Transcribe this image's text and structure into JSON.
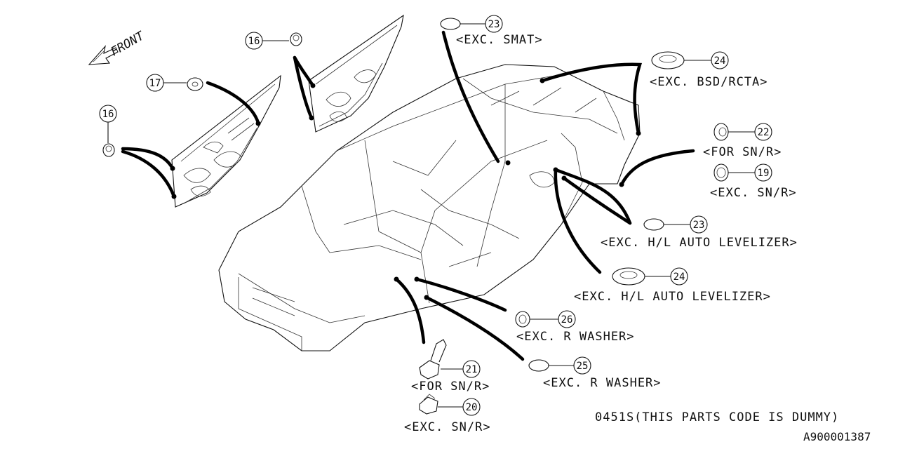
{
  "direction": {
    "label": "FRONT"
  },
  "callouts": [
    {
      "id": "c16a",
      "number": "16",
      "note": ""
    },
    {
      "id": "c17",
      "number": "17",
      "note": ""
    },
    {
      "id": "c16b",
      "number": "16",
      "note": ""
    },
    {
      "id": "c23a",
      "number": "23",
      "note": "<EXC. SMAT>"
    },
    {
      "id": "c24a",
      "number": "24",
      "note": "<EXC. BSD/RCTA>"
    },
    {
      "id": "c22",
      "number": "22",
      "note": "<FOR SN/R>"
    },
    {
      "id": "c19",
      "number": "19",
      "note": "<EXC. SN/R>"
    },
    {
      "id": "c23b",
      "number": "23",
      "note": "<EXC. H/L AUTO LEVELIZER>"
    },
    {
      "id": "c24b",
      "number": "24",
      "note": "<EXC. H/L AUTO LEVELIZER>"
    },
    {
      "id": "c26",
      "number": "26",
      "note": "<EXC. R WASHER>"
    },
    {
      "id": "c25",
      "number": "25",
      "note": "<EXC. R WASHER>"
    },
    {
      "id": "c21",
      "number": "21",
      "note": "<FOR SN/R>"
    },
    {
      "id": "c20",
      "number": "20",
      "note": "<EXC. SN/R>"
    }
  ],
  "footer": {
    "dummy_note": "0451S(THIS PARTS CODE IS DUMMY)",
    "diagram_code": "A900001387"
  }
}
